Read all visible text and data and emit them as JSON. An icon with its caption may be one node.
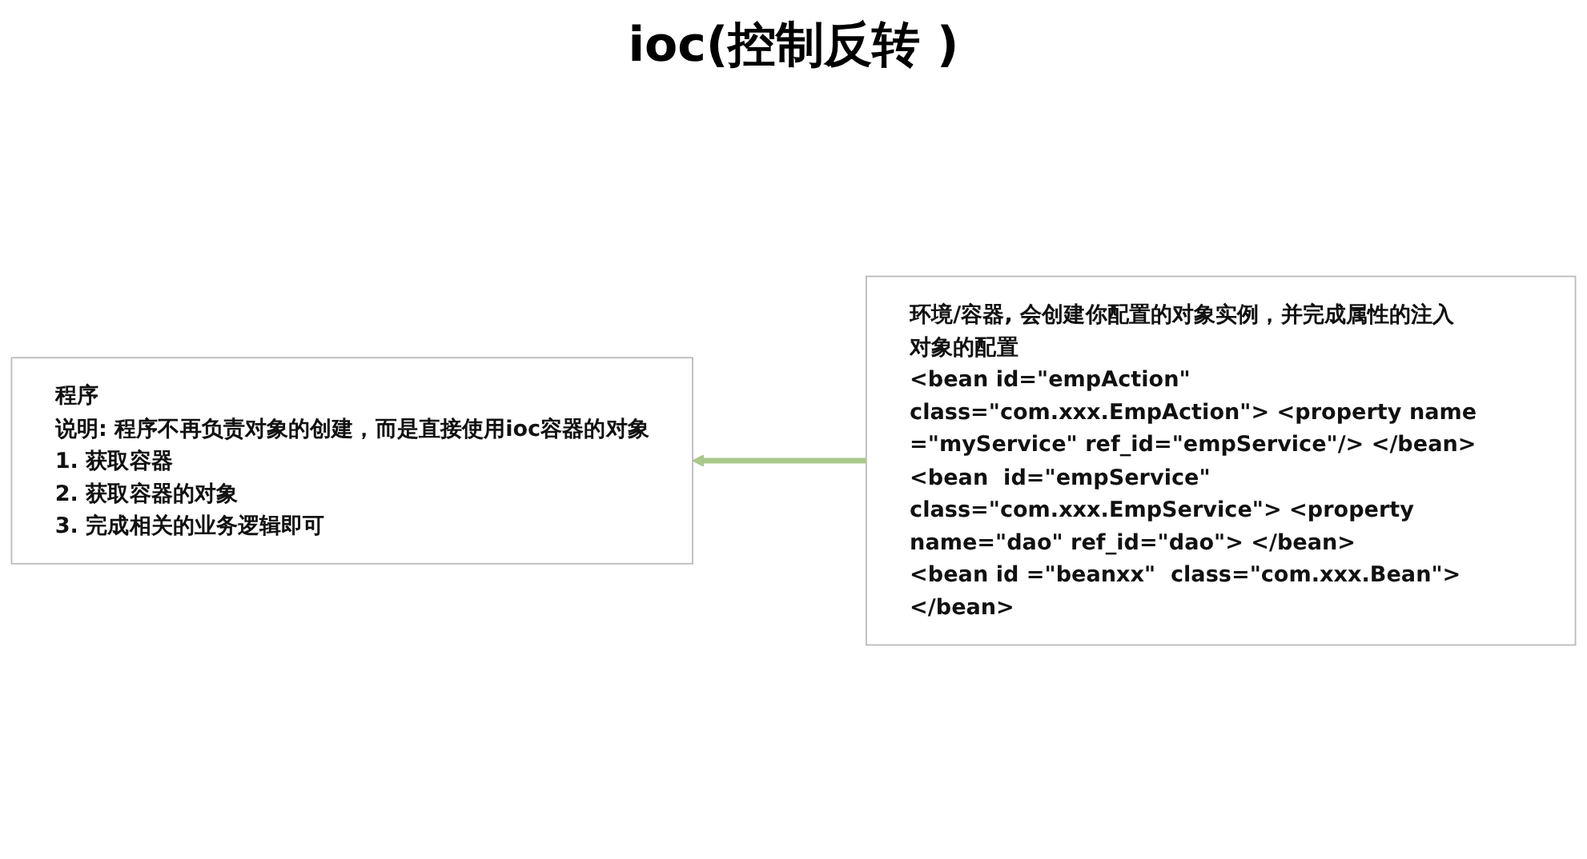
{
  "diagram": {
    "title": "ioc(控制反转 )",
    "nodes": [
      {
        "text": [
          "程序",
          "说明: 程序不再负责对象的创建，而是直接使用ioc容器的对象",
          "1. 获取容器",
          "2. 获取容器的对象",
          "3. 完成相关的业务逻辑即可"
        ]
      },
      {
        "text": [
          "环境/容器, 会创建你配置的对象实例，并完成属性的注入",
          "对象的配置",
          "<bean id=\"empAction\" class=\"com.xxx.EmpAction\"> <property name =\"myService\" ref_id=\"empService\"/> </bean>",
          "<bean  id=\"empService\" class=\"com.xxx.EmpService\"> <property  name=\"dao\" ref_id=\"dao\"> </bean>",
          "<bean id =\"beanxx\"  class=\"com.xxx.Bean\"> </bean>"
        ]
      }
    ],
    "edges": [
      {
        "from": 1,
        "to": 0,
        "arrow": "to",
        "color": "#a9c98a"
      }
    ]
  }
}
